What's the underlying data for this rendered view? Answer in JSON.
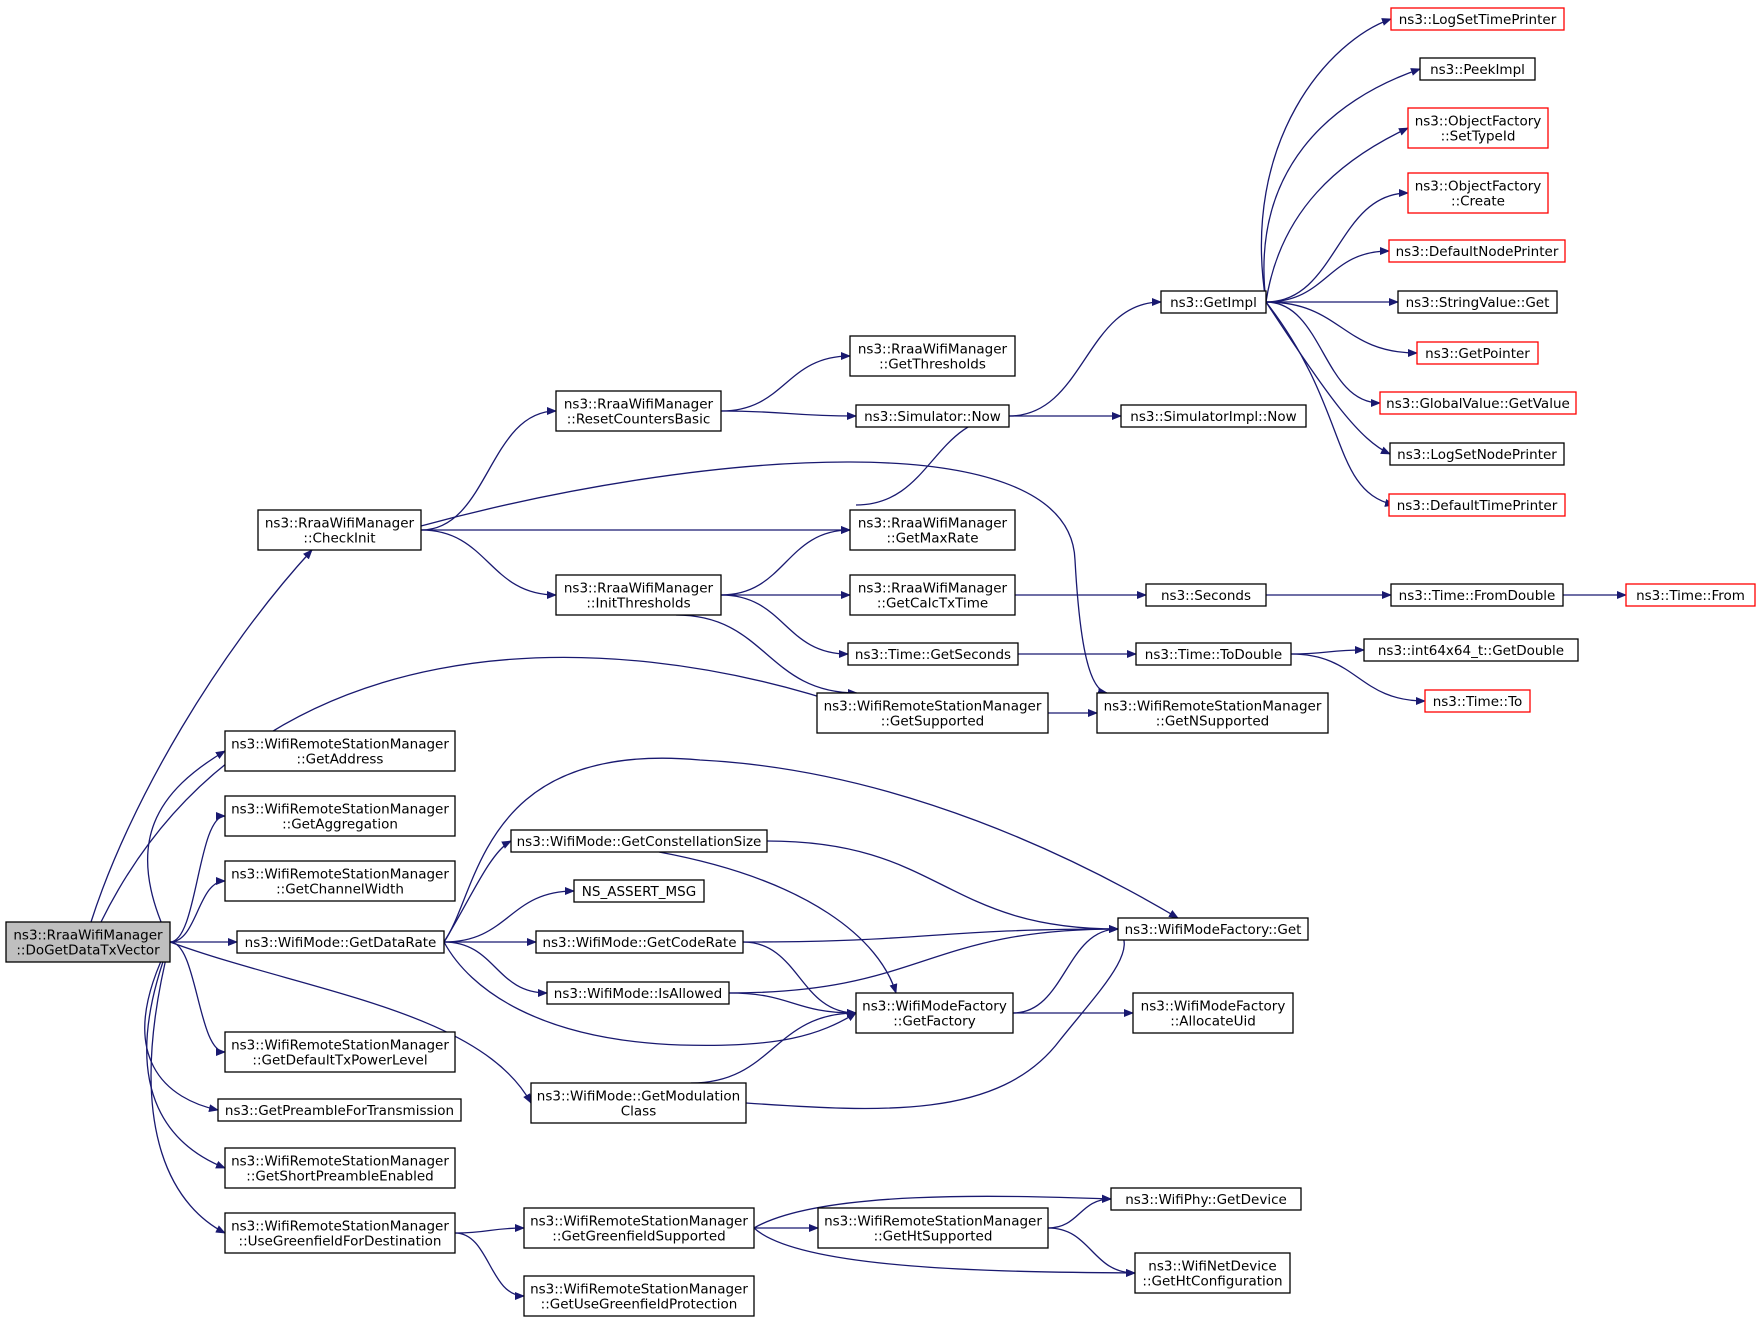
{
  "colors": {
    "edge": "#191970",
    "node_border": "#000000",
    "truncated_border": "#ff0000",
    "root_fill": "#bfbfbf",
    "node_fill": "#ffffff"
  },
  "nodes": [
    {
      "id": "root",
      "lines": [
        "ns3::RraaWifiManager",
        "::DoGetDataTxVector"
      ],
      "style": "root"
    },
    {
      "id": "checkinit",
      "lines": [
        "ns3::RraaWifiManager",
        "::CheckInit"
      ],
      "style": "normal"
    },
    {
      "id": "getaddress",
      "lines": [
        "ns3::WifiRemoteStationManager",
        "::GetAddress"
      ],
      "style": "normal"
    },
    {
      "id": "getaggregation",
      "lines": [
        "ns3::WifiRemoteStationManager",
        "::GetAggregation"
      ],
      "style": "normal"
    },
    {
      "id": "getchannelwidth",
      "lines": [
        "ns3::WifiRemoteStationManager",
        "::GetChannelWidth"
      ],
      "style": "normal"
    },
    {
      "id": "getdatarate",
      "lines": [
        "ns3::WifiMode::GetDataRate"
      ],
      "style": "normal"
    },
    {
      "id": "getdefaulttx",
      "lines": [
        "ns3::WifiRemoteStationManager",
        "::GetDefaultTxPowerLevel"
      ],
      "style": "normal"
    },
    {
      "id": "getpreamble",
      "lines": [
        "ns3::GetPreambleForTransmission"
      ],
      "style": "normal"
    },
    {
      "id": "getshortpre",
      "lines": [
        "ns3::WifiRemoteStationManager",
        "::GetShortPreambleEnabled"
      ],
      "style": "normal"
    },
    {
      "id": "usegreenfield",
      "lines": [
        "ns3::WifiRemoteStationManager",
        "::UseGreenfieldForDestination"
      ],
      "style": "normal"
    },
    {
      "id": "resetcounters",
      "lines": [
        "ns3::RraaWifiManager",
        "::ResetCountersBasic"
      ],
      "style": "normal"
    },
    {
      "id": "initthresholds",
      "lines": [
        "ns3::RraaWifiManager",
        "::InitThresholds"
      ],
      "style": "normal"
    },
    {
      "id": "getthresholds",
      "lines": [
        "ns3::RraaWifiManager",
        "::GetThresholds"
      ],
      "style": "normal"
    },
    {
      "id": "simnow",
      "lines": [
        "ns3::Simulator::Now"
      ],
      "style": "normal"
    },
    {
      "id": "getmaxrate",
      "lines": [
        "ns3::RraaWifiManager",
        "::GetMaxRate"
      ],
      "style": "normal"
    },
    {
      "id": "getcalctxtime",
      "lines": [
        "ns3::RraaWifiManager",
        "::GetCalcTxTime"
      ],
      "style": "normal"
    },
    {
      "id": "timegetseconds",
      "lines": [
        "ns3::Time::GetSeconds"
      ],
      "style": "normal"
    },
    {
      "id": "getsupported",
      "lines": [
        "ns3::WifiRemoteStationManager",
        "::GetSupported"
      ],
      "style": "normal"
    },
    {
      "id": "getnsupported",
      "lines": [
        "ns3::WifiRemoteStationManager",
        "::GetNSupported"
      ],
      "style": "normal"
    },
    {
      "id": "getimpl",
      "lines": [
        "ns3::GetImpl"
      ],
      "style": "normal"
    },
    {
      "id": "simimplnow",
      "lines": [
        "ns3::SimulatorImpl::Now"
      ],
      "style": "normal"
    },
    {
      "id": "seconds",
      "lines": [
        "ns3::Seconds"
      ],
      "style": "normal"
    },
    {
      "id": "todouble",
      "lines": [
        "ns3::Time::ToDouble"
      ],
      "style": "normal"
    },
    {
      "id": "logsettime",
      "lines": [
        "ns3::LogSetTimePrinter"
      ],
      "style": "truncated"
    },
    {
      "id": "peekimpl",
      "lines": [
        "ns3::PeekImpl"
      ],
      "style": "normal"
    },
    {
      "id": "ofsettypeid",
      "lines": [
        "ns3::ObjectFactory",
        "::SetTypeId"
      ],
      "style": "truncated"
    },
    {
      "id": "ofcreate",
      "lines": [
        "ns3::ObjectFactory",
        "::Create"
      ],
      "style": "truncated"
    },
    {
      "id": "defaultnode",
      "lines": [
        "ns3::DefaultNodePrinter"
      ],
      "style": "truncated"
    },
    {
      "id": "stringvalueget",
      "lines": [
        "ns3::StringValue::Get"
      ],
      "style": "normal"
    },
    {
      "id": "getpointer",
      "lines": [
        "ns3::GetPointer"
      ],
      "style": "truncated"
    },
    {
      "id": "globalvalue",
      "lines": [
        "ns3::GlobalValue::GetValue"
      ],
      "style": "truncated"
    },
    {
      "id": "logsetnode",
      "lines": [
        "ns3::LogSetNodePrinter"
      ],
      "style": "normal"
    },
    {
      "id": "defaulttime",
      "lines": [
        "ns3::DefaultTimePrinter"
      ],
      "style": "truncated"
    },
    {
      "id": "fromdouble",
      "lines": [
        "ns3::Time::FromDouble"
      ],
      "style": "normal"
    },
    {
      "id": "timefrom",
      "lines": [
        "ns3::Time::From"
      ],
      "style": "truncated"
    },
    {
      "id": "int64getdouble",
      "lines": [
        "ns3::int64x64_t::GetDouble"
      ],
      "style": "normal"
    },
    {
      "id": "timeto",
      "lines": [
        "ns3::Time::To"
      ],
      "style": "truncated"
    },
    {
      "id": "getconstellation",
      "lines": [
        "ns3::WifiMode::GetConstellationSize"
      ],
      "style": "normal"
    },
    {
      "id": "nsassert",
      "lines": [
        "NS_ASSERT_MSG"
      ],
      "style": "normal"
    },
    {
      "id": "getcoderate",
      "lines": [
        "ns3::WifiMode::GetCodeRate"
      ],
      "style": "normal"
    },
    {
      "id": "isallowed",
      "lines": [
        "ns3::WifiMode::IsAllowed"
      ],
      "style": "normal"
    },
    {
      "id": "getmodclass",
      "lines": [
        "ns3::WifiMode::GetModulation",
        "Class"
      ],
      "style": "normal"
    },
    {
      "id": "wmfget",
      "lines": [
        "ns3::WifiModeFactory::Get"
      ],
      "style": "normal"
    },
    {
      "id": "wmfgetfactory",
      "lines": [
        "ns3::WifiModeFactory",
        "::GetFactory"
      ],
      "style": "normal"
    },
    {
      "id": "wmfalloc",
      "lines": [
        "ns3::WifiModeFactory",
        "::AllocateUid"
      ],
      "style": "normal"
    },
    {
      "id": "getgreensup",
      "lines": [
        "ns3::WifiRemoteStationManager",
        "::GetGreenfieldSupported"
      ],
      "style": "normal"
    },
    {
      "id": "getusegreenprot",
      "lines": [
        "ns3::WifiRemoteStationManager",
        "::GetUseGreenfieldProtection"
      ],
      "style": "normal"
    },
    {
      "id": "gethtsup",
      "lines": [
        "ns3::WifiRemoteStationManager",
        "::GetHtSupported"
      ],
      "style": "normal"
    },
    {
      "id": "wifiphygetdevice",
      "lines": [
        "ns3::WifiPhy::GetDevice"
      ],
      "style": "normal"
    },
    {
      "id": "gethtconfig",
      "lines": [
        "ns3::WifiNetDevice",
        "::GetHtConfiguration"
      ],
      "style": "normal"
    }
  ],
  "edges": [
    {
      "from": "root",
      "to": "checkinit"
    },
    {
      "from": "root",
      "to": "getsupported"
    },
    {
      "from": "root",
      "to": "getaddress"
    },
    {
      "from": "root",
      "to": "getaggregation"
    },
    {
      "from": "root",
      "to": "getchannelwidth"
    },
    {
      "from": "root",
      "to": "getdatarate"
    },
    {
      "from": "root",
      "to": "getmodclass"
    },
    {
      "from": "root",
      "to": "getdefaulttx"
    },
    {
      "from": "root",
      "to": "getpreamble"
    },
    {
      "from": "root",
      "to": "getshortpre"
    },
    {
      "from": "root",
      "to": "usegreenfield"
    },
    {
      "from": "checkinit",
      "to": "resetcounters"
    },
    {
      "from": "checkinit",
      "to": "getnsupported"
    },
    {
      "from": "checkinit",
      "to": "getmaxrate"
    },
    {
      "from": "checkinit",
      "to": "initthresholds"
    },
    {
      "from": "resetcounters",
      "to": "getthresholds"
    },
    {
      "from": "resetcounters",
      "to": "simnow"
    },
    {
      "from": "simnow",
      "to": "getimpl"
    },
    {
      "from": "simnow",
      "to": "simimplnow"
    },
    {
      "from": "getimpl",
      "to": "logsettime"
    },
    {
      "from": "getimpl",
      "to": "peekimpl"
    },
    {
      "from": "getimpl",
      "to": "ofsettypeid"
    },
    {
      "from": "getimpl",
      "to": "ofcreate"
    },
    {
      "from": "getimpl",
      "to": "defaultnode"
    },
    {
      "from": "getimpl",
      "to": "stringvalueget"
    },
    {
      "from": "getimpl",
      "to": "getpointer"
    },
    {
      "from": "getimpl",
      "to": "globalvalue"
    },
    {
      "from": "getimpl",
      "to": "logsetnode"
    },
    {
      "from": "getimpl",
      "to": "defaulttime"
    },
    {
      "from": "defaulttime",
      "to": "simnow"
    },
    {
      "from": "initthresholds",
      "to": "getmaxrate"
    },
    {
      "from": "initthresholds",
      "to": "getcalctxtime"
    },
    {
      "from": "initthresholds",
      "to": "timegetseconds"
    },
    {
      "from": "initthresholds",
      "to": "getsupported"
    },
    {
      "from": "getcalctxtime",
      "to": "seconds"
    },
    {
      "from": "seconds",
      "to": "fromdouble"
    },
    {
      "from": "fromdouble",
      "to": "timefrom"
    },
    {
      "from": "timegetseconds",
      "to": "todouble"
    },
    {
      "from": "todouble",
      "to": "int64getdouble"
    },
    {
      "from": "todouble",
      "to": "timeto"
    },
    {
      "from": "getsupported",
      "to": "getnsupported"
    },
    {
      "from": "getdatarate",
      "to": "wmfget"
    },
    {
      "from": "getdatarate",
      "to": "getconstellation"
    },
    {
      "from": "getdatarate",
      "to": "nsassert"
    },
    {
      "from": "getdatarate",
      "to": "getcoderate"
    },
    {
      "from": "getdatarate",
      "to": "isallowed"
    },
    {
      "from": "getdatarate",
      "to": "wmfgetfactory"
    },
    {
      "from": "getconstellation",
      "to": "wmfget"
    },
    {
      "from": "getconstellation",
      "to": "wmfgetfactory"
    },
    {
      "from": "getcoderate",
      "to": "wmfget"
    },
    {
      "from": "getcoderate",
      "to": "wmfgetfactory"
    },
    {
      "from": "isallowed",
      "to": "wmfget"
    },
    {
      "from": "isallowed",
      "to": "wmfgetfactory"
    },
    {
      "from": "getmodclass",
      "to": "wmfgetfactory"
    },
    {
      "from": "getmodclass",
      "to": "wmfget"
    },
    {
      "from": "wmfgetfactory",
      "to": "wmfget"
    },
    {
      "from": "wmfgetfactory",
      "to": "wmfalloc"
    },
    {
      "from": "usegreenfield",
      "to": "getgreensup"
    },
    {
      "from": "usegreenfield",
      "to": "getusegreenprot"
    },
    {
      "from": "getgreensup",
      "to": "wifiphygetdevice"
    },
    {
      "from": "getgreensup",
      "to": "gethtsup"
    },
    {
      "from": "getgreensup",
      "to": "gethtconfig"
    },
    {
      "from": "gethtsup",
      "to": "wifiphygetdevice"
    },
    {
      "from": "gethtsup",
      "to": "gethtconfig"
    }
  ]
}
